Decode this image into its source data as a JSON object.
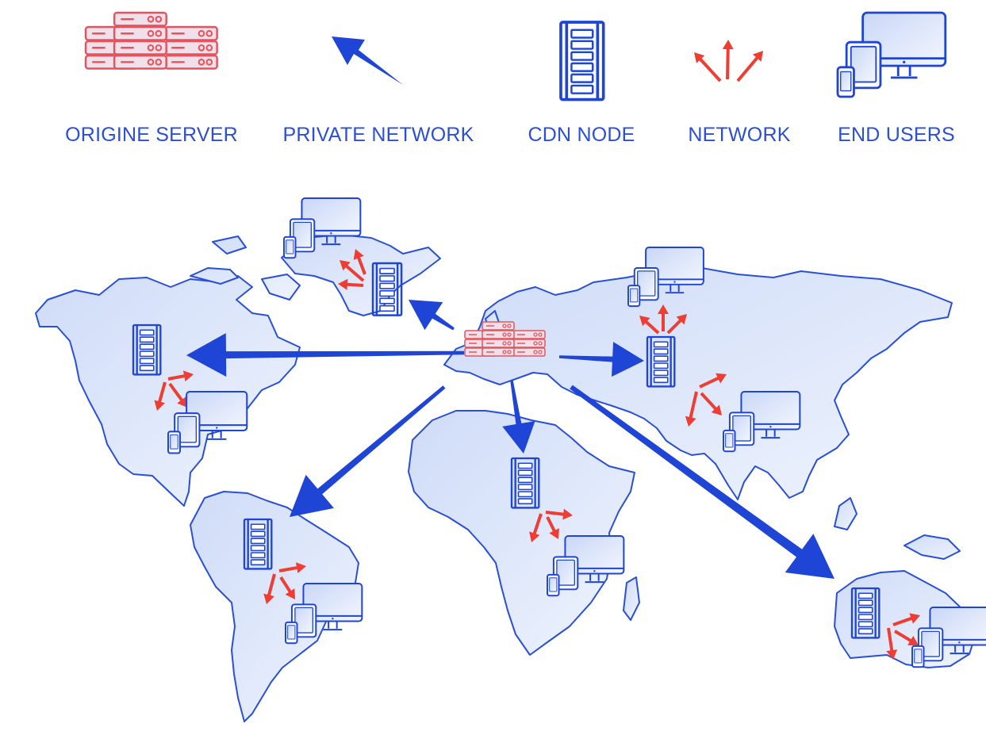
{
  "legend": [
    {
      "id": "origin",
      "label": "ORIGINE SERVER",
      "icon": "server-stack-icon"
    },
    {
      "id": "private",
      "label": "PRIVATE NETWORK",
      "icon": "arrow-icon"
    },
    {
      "id": "cdn",
      "label": "CDN NODE",
      "icon": "cdn-node-rack-icon"
    },
    {
      "id": "network",
      "label": "NETWORK",
      "icon": "network-arrows-icon"
    },
    {
      "id": "users",
      "label": "END USERS",
      "icon": "devices-icon"
    }
  ],
  "colors": {
    "blue": "#1f45d6",
    "red": "#ee3e33",
    "server_red": "#e4545e",
    "server_fill": "#f1e0ea",
    "map_fill": "#d9e3fa",
    "map_stroke": "#2a4fd8",
    "device_fill": "#dfe7fb",
    "label": "#2a4fd8"
  },
  "regions": [
    "North America",
    "Europe",
    "Asia",
    "South America",
    "Africa",
    "Australia"
  ],
  "links": [
    {
      "from": "Europe origin server",
      "to": "Europe"
    },
    {
      "from": "Europe origin server",
      "to": "North America"
    },
    {
      "from": "Europe origin server",
      "to": "Asia"
    },
    {
      "from": "Europe origin server",
      "to": "South America"
    },
    {
      "from": "Europe origin server",
      "to": "Africa"
    },
    {
      "from": "Europe origin server",
      "to": "Australia"
    }
  ]
}
